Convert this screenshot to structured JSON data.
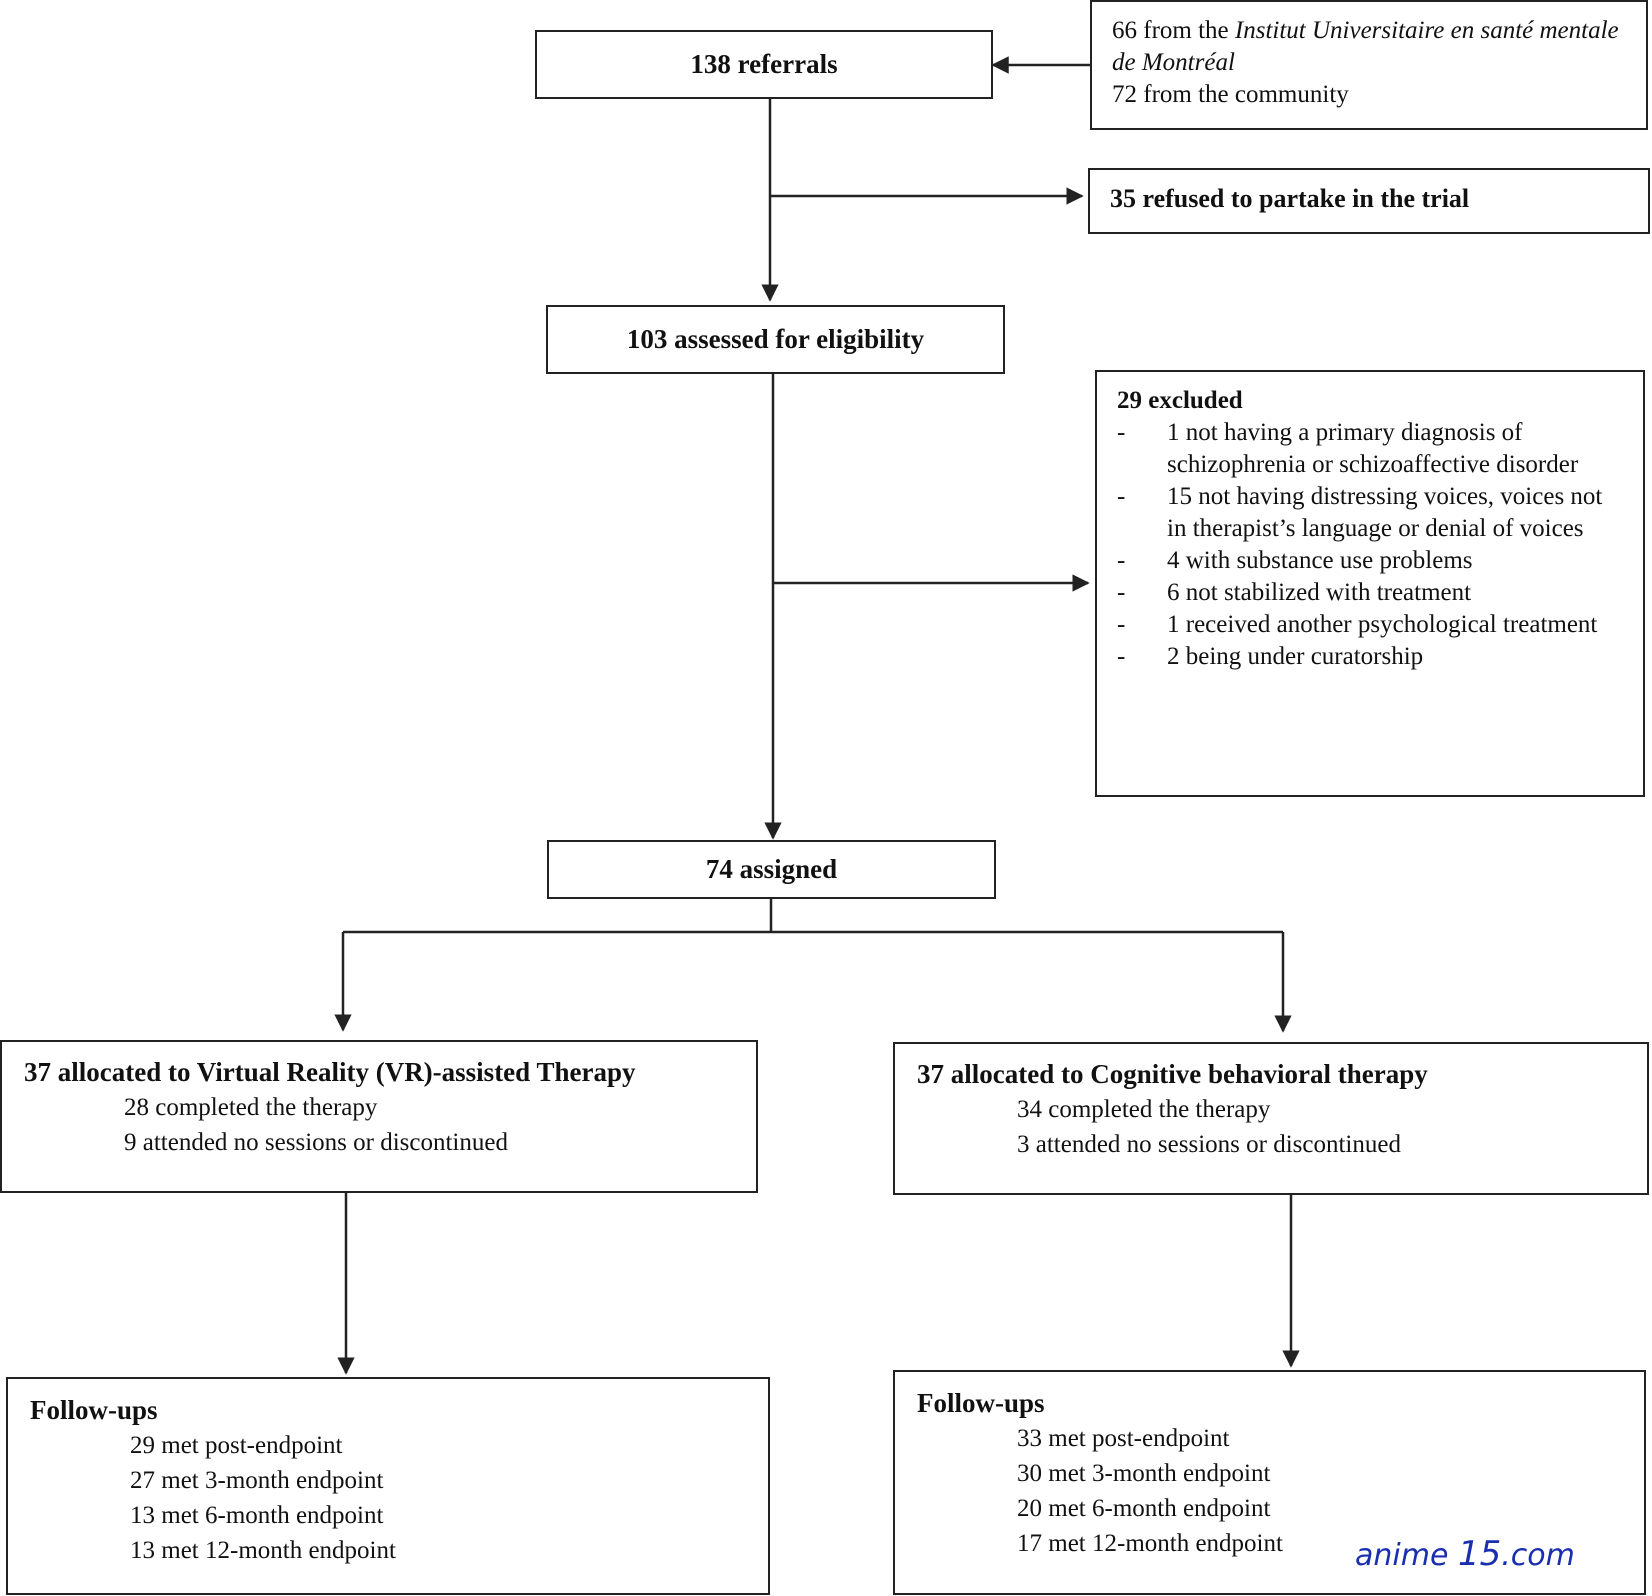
{
  "referrals": {
    "label": "138 referrals"
  },
  "sources": {
    "line1_prefix": "66 from the ",
    "line1_italic": "Institut Universitaire en santé mentale de Montréal",
    "line2": "72 from the community"
  },
  "refused": {
    "label": "35 refused to partake in the trial"
  },
  "assessed": {
    "label": "103 assessed for eligibility"
  },
  "excluded": {
    "title": "29 excluded",
    "items": [
      "1 not having a primary diagnosis of schizophrenia or schizoaffective disorder",
      "15 not having distressing voices, voices not in therapist’s language or denial of voices",
      "4 with substance use problems",
      "6 not stabilized with treatment",
      "1 received another psychological treatment",
      "2 being under curatorship"
    ]
  },
  "assigned": {
    "label": "74 assigned"
  },
  "vr_arm": {
    "title": "37 allocated to Virtual Reality (VR)-assisted Therapy",
    "completed": "28 completed the therapy",
    "discontinued": "9 attended no sessions or discontinued"
  },
  "cbt_arm": {
    "title": "37 allocated to Cognitive behavioral therapy",
    "completed": "34 completed the therapy",
    "discontinued": "3 attended no sessions or discontinued"
  },
  "vr_followups": {
    "title": "Follow-ups",
    "items": [
      "29 met post-endpoint",
      "27 met 3-month endpoint",
      "13 met 6-month endpoint",
      "13 met 12-month endpoint"
    ]
  },
  "cbt_followups": {
    "title": "Follow-ups",
    "items": [
      "33 met post-endpoint",
      "30 met 3-month endpoint",
      "20 met 6-month endpoint",
      "17 met 12-month endpoint"
    ]
  },
  "watermark": {
    "prefix": "anime ",
    "digits": "15",
    "suffix": ".com",
    "color": "#1a2fb0"
  },
  "colors": {
    "line": "#222222"
  }
}
